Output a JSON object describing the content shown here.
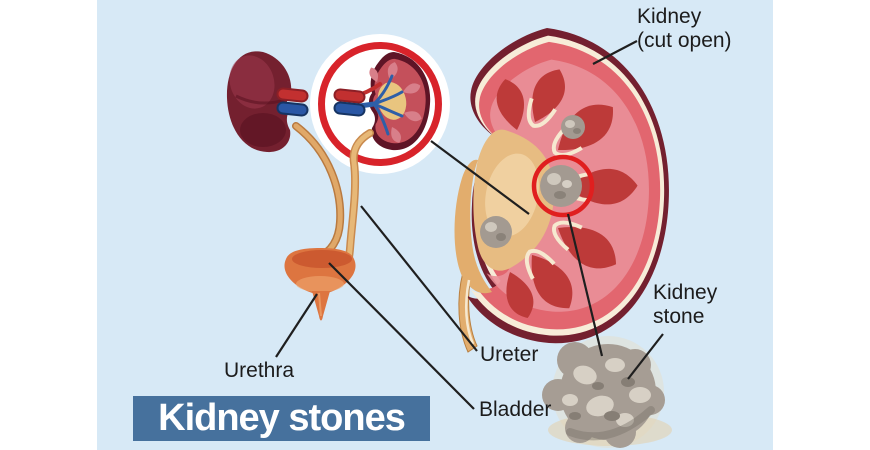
{
  "title_banner": {
    "text": "Kidney stones",
    "bg_color": "#46719d",
    "text_color": "#ffffff"
  },
  "labels": {
    "kidney_cut_open": {
      "line1": "Kidney",
      "line2": "(cut open)"
    },
    "kidney_stone": {
      "line1": "Kidney",
      "line2": "stone"
    },
    "ureter": "Ureter",
    "bladder": "Bladder",
    "urethra": "Urethra"
  },
  "colors": {
    "canvas_background": "#d7e9f6",
    "page_background": "#ffffff",
    "highlight_circle_red": "#d8232a",
    "kidney_capsule_dark": "#74202f",
    "cortex_red": "#e2666f",
    "pyramid_red": "#bd3a39",
    "pelvis_tan": "#e7bc82",
    "ureter_tan": "#e0a868",
    "artery_red": "#c23030",
    "vein_blue": "#2a57a5",
    "bladder_orange": "#dd7540",
    "stone_grey": "#a69d94",
    "label_text": "#1c1c1c"
  }
}
